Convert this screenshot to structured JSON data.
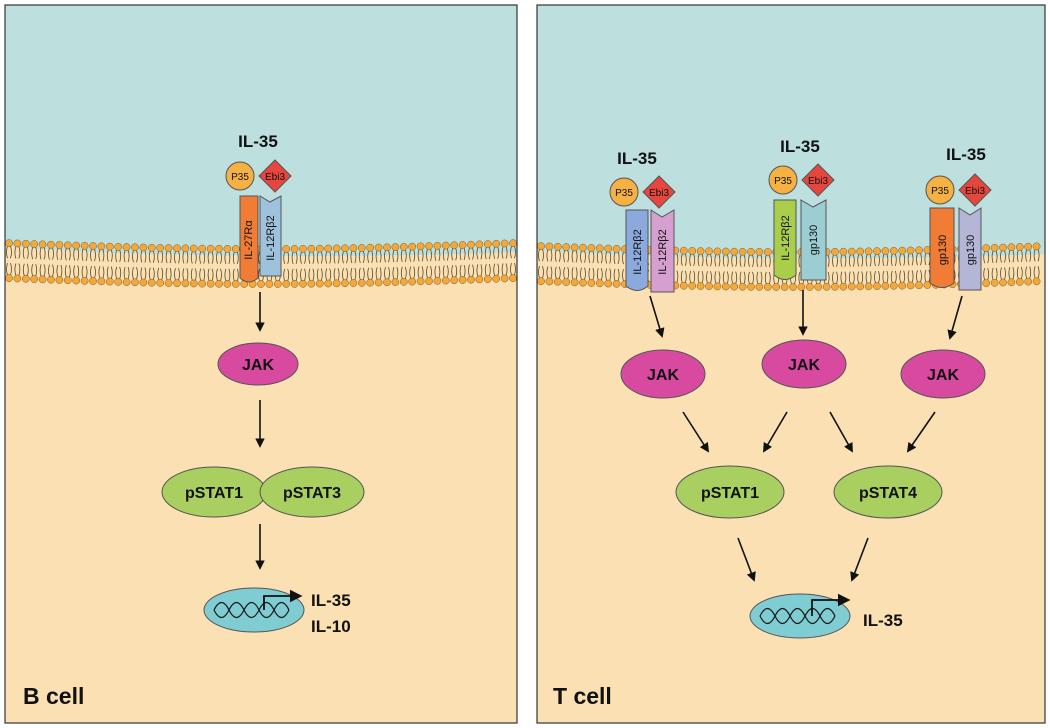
{
  "colors": {
    "extracellular": "#bde0df",
    "cytoplasm": "#fae0b3",
    "lipid_head": "#f4a83b",
    "p35": "#f6b143",
    "ebi3": "#e5473e",
    "il27ra": "#f07c35",
    "il12rb2_b": "#9ec2dc",
    "il12rb2_t_left": "#8ba9dc",
    "il12rb2_t_pink": "#d59fd0",
    "il12rb2_t_green": "#aace4a",
    "gp130_blue": "#9bcdd3",
    "gp130_orange": "#f07c35",
    "gp130_lilac": "#b3b6d7",
    "jak": "#d74aa0",
    "stat": "#a8cf60",
    "nucleus_dna": "#7fcdd2"
  },
  "b_cell": {
    "panel_label": "B cell",
    "ligand": "IL-35",
    "p35": "P35",
    "ebi3": "Ebi3",
    "receptor_left": "IL-27Rα",
    "receptor_right": "IL-12Rβ2",
    "kinase": "JAK",
    "stat_left": "pSTAT1",
    "stat_right": "pSTAT3",
    "gene_1": "IL-35",
    "gene_2": "IL-10"
  },
  "t_cell": {
    "panel_label": "T cell",
    "receptors": [
      {
        "ligand": "IL-35",
        "p35": "P35",
        "ebi3": "Ebi3",
        "left": "IL-12Rβ2",
        "right": "IL-12Rβ2",
        "kinase": "JAK"
      },
      {
        "ligand": "IL-35",
        "p35": "P35",
        "ebi3": "Ebi3",
        "left": "IL-12Rβ2",
        "right": "gp130",
        "kinase": "JAK"
      },
      {
        "ligand": "IL-35",
        "p35": "P35",
        "ebi3": "Ebi3",
        "left": "gp130",
        "right": "gp130",
        "kinase": "JAK"
      }
    ],
    "stat_left": "pSTAT1",
    "stat_right": "pSTAT4",
    "gene": "IL-35"
  }
}
